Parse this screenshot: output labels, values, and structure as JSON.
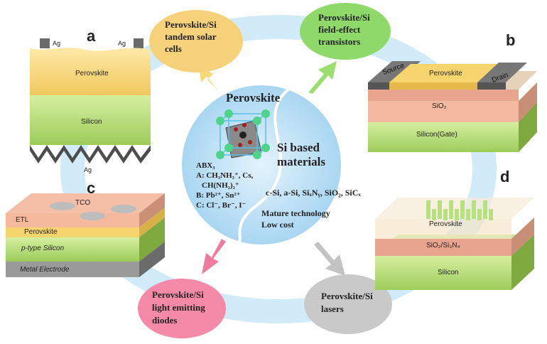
{
  "center": {
    "perovskite_title": "Perovskite",
    "formula_lines": [
      "ABX₃",
      "A: CH₃NH₃⁺, Cs,",
      "CH(NH₂)₂⁺",
      "B: Pb²⁺, Sn²⁺",
      "C: Cl⁻, Br⁻, I⁻"
    ],
    "si_title_lines": [
      "Si based",
      "materials"
    ],
    "si_materials": "c-Si, a-Si, SiₓNᵧ, SiO₂, SiCₓ",
    "si_advantages": [
      "Mature technology",
      "Low cost"
    ]
  },
  "applications": [
    {
      "lines": [
        "Perovskite/Si",
        "tandem solar",
        "cells"
      ],
      "color": "#f5d27a"
    },
    {
      "lines": [
        "Perovskite/Si",
        "field-effect",
        "transistors"
      ],
      "color": "#8fd96a"
    },
    {
      "lines": [
        "Perovskite/Si",
        "light emitting",
        "diodes"
      ],
      "color": "#f48aa8"
    },
    {
      "lines": [
        "Perovskite/Si",
        "lasers"
      ],
      "color": "#c9c9c9"
    }
  ],
  "panel_a": {
    "label": "a",
    "contacts": [
      "Ag",
      "Ag",
      "Ag"
    ],
    "layers": [
      "Perovskite",
      "Silicon"
    ]
  },
  "panel_b": {
    "label": "b",
    "source": "Source",
    "drain": "Drain",
    "layers": [
      "Perovskite",
      "SiO₂",
      "Silicon(Gate)"
    ]
  },
  "panel_c": {
    "label": "c",
    "layers": [
      "TCO",
      "ETL",
      "Perovskite",
      "p-type Silicon",
      "Metal Electrode"
    ]
  },
  "panel_d": {
    "label": "d",
    "layers": [
      "Perovskite",
      "SiO₂/Si₃N₄",
      "Silicon"
    ]
  },
  "colors": {
    "ring": "#cfe8f7",
    "center_circle": "#bde0f5",
    "perovskite_layer": "#f7d56e",
    "silicon_layer": "#b9e07a",
    "oxide_layer": "#f4b9a0",
    "metal": "#8a8a8a"
  }
}
